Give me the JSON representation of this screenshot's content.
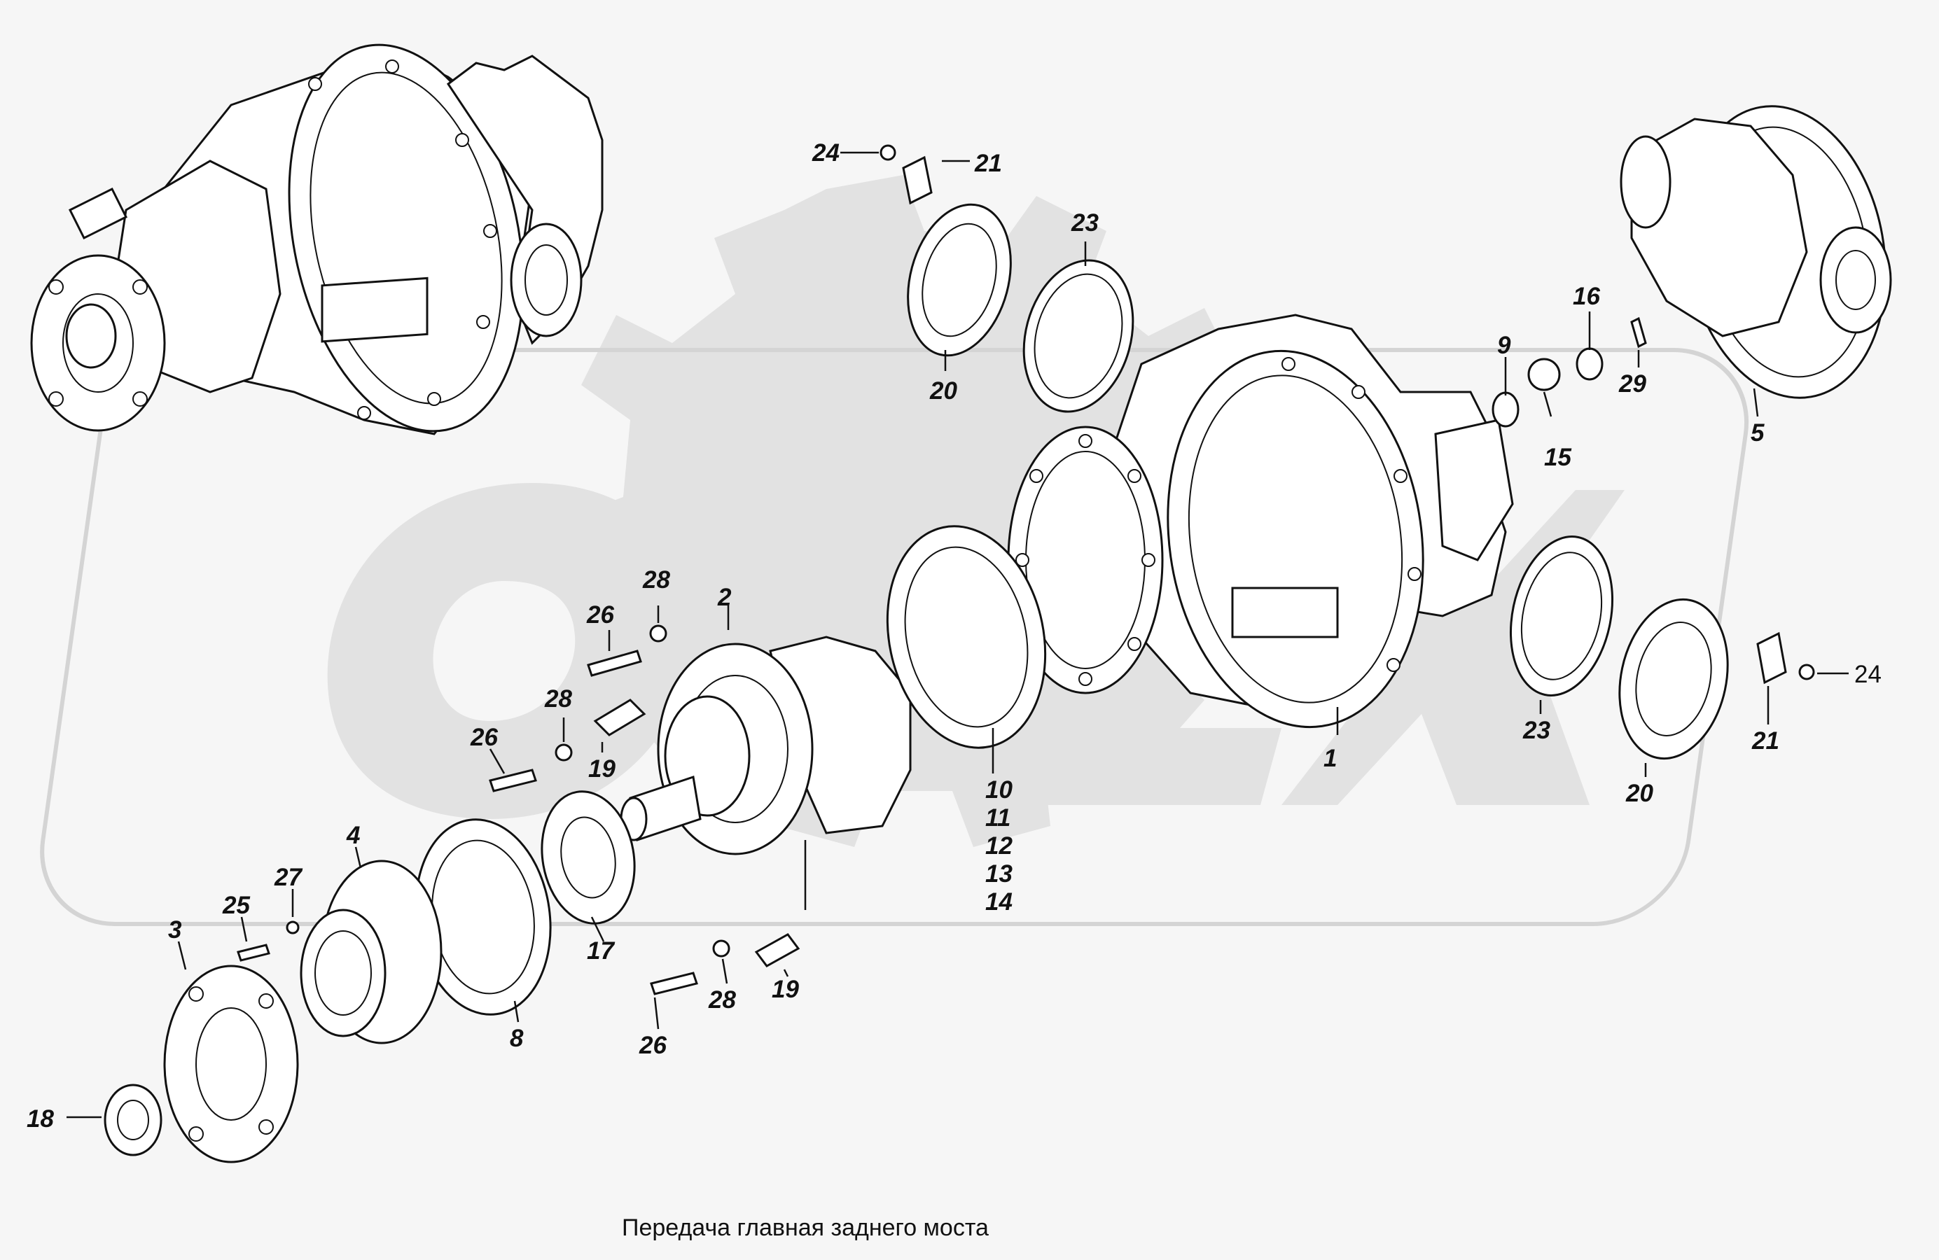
{
  "caption": "Передача главная заднего моста",
  "callouts": [
    {
      "id": "c24a",
      "text": "24"
    },
    {
      "id": "c21a",
      "text": "21"
    },
    {
      "id": "c23a",
      "text": "23"
    },
    {
      "id": "c20a",
      "text": "20"
    },
    {
      "id": "c16",
      "text": "16"
    },
    {
      "id": "c9",
      "text": "9"
    },
    {
      "id": "c29",
      "text": "29"
    },
    {
      "id": "c15",
      "text": "15"
    },
    {
      "id": "c5",
      "text": "5"
    },
    {
      "id": "c28a",
      "text": "28"
    },
    {
      "id": "c2",
      "text": "2"
    },
    {
      "id": "c26a",
      "text": "26"
    },
    {
      "id": "c28b",
      "text": "28"
    },
    {
      "id": "c26b",
      "text": "26"
    },
    {
      "id": "c19a",
      "text": "19"
    },
    {
      "id": "c10",
      "text": "10"
    },
    {
      "id": "c11",
      "text": "11"
    },
    {
      "id": "c12",
      "text": "12"
    },
    {
      "id": "c13",
      "text": "13"
    },
    {
      "id": "c14",
      "text": "14"
    },
    {
      "id": "c1",
      "text": "1"
    },
    {
      "id": "c23b",
      "text": "23"
    },
    {
      "id": "c20b",
      "text": "20"
    },
    {
      "id": "c21b",
      "text": "21"
    },
    {
      "id": "c24b",
      "text": "24"
    },
    {
      "id": "c4",
      "text": "4"
    },
    {
      "id": "c27",
      "text": "27"
    },
    {
      "id": "c25",
      "text": "25"
    },
    {
      "id": "c3",
      "text": "3"
    },
    {
      "id": "c17",
      "text": "17"
    },
    {
      "id": "c8",
      "text": "8"
    },
    {
      "id": "c26c",
      "text": "26"
    },
    {
      "id": "c28c",
      "text": "28"
    },
    {
      "id": "c19b",
      "text": "19"
    },
    {
      "id": "c18",
      "text": "18"
    }
  ]
}
